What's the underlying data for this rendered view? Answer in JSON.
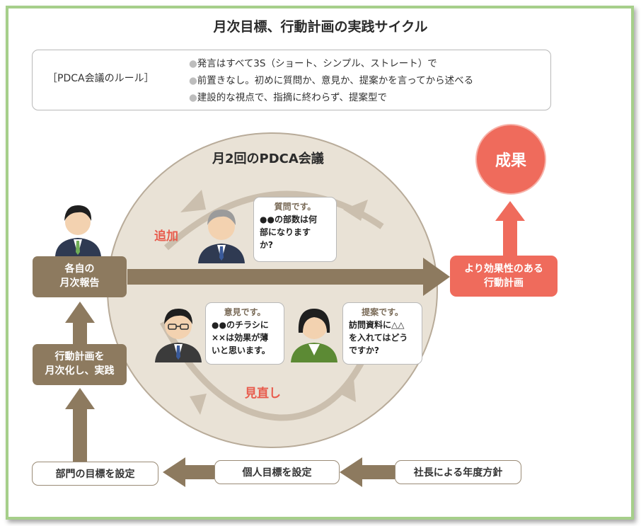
{
  "title": "月次目標、行動計画の実践サイクル",
  "rules": {
    "label": "［PDCA会議のルール］",
    "bullet": "●",
    "items": [
      "発言はすべて3S（ショート、シンプル、ストレート）で",
      "前置きなし。初めに質問か、意見か、提案かを言ってから述べる",
      "建設的な視点で、指摘に終わらず、提案型で"
    ]
  },
  "cycle": {
    "title": "月2回のPDCA会議",
    "add_label": "追加",
    "review_label": "見直し"
  },
  "bubbles": {
    "question": {
      "head": "質問です。",
      "lines": [
        "●●の部数は何",
        "部になります",
        "か?"
      ]
    },
    "opinion": {
      "head": "意見です。",
      "lines": [
        "●●のチラシに",
        "××は効果が薄",
        "いと思います。"
      ]
    },
    "proposal": {
      "head": "提案です。",
      "lines": [
        "訪問資料に△△",
        "を入れてはどう",
        "ですか?"
      ]
    }
  },
  "boxes": {
    "monthly_report": [
      "各自の",
      "月次報告"
    ],
    "action_plan_monthly": [
      "行動計画を",
      "月次化し、実践"
    ],
    "dept_goal": "部門の目標を設定",
    "personal_goal": "個人目標を設定",
    "president_policy": "社長による年度方針",
    "effective_plan": [
      "より効果性のある",
      "行動計画"
    ],
    "result": "成果"
  },
  "colors": {
    "frame": "#a6cf8a",
    "brown": "#8d7a5f",
    "ellipse": "#e9e2d6",
    "accent_red": "#ef6b5c",
    "label_red": "#e85c4d"
  }
}
